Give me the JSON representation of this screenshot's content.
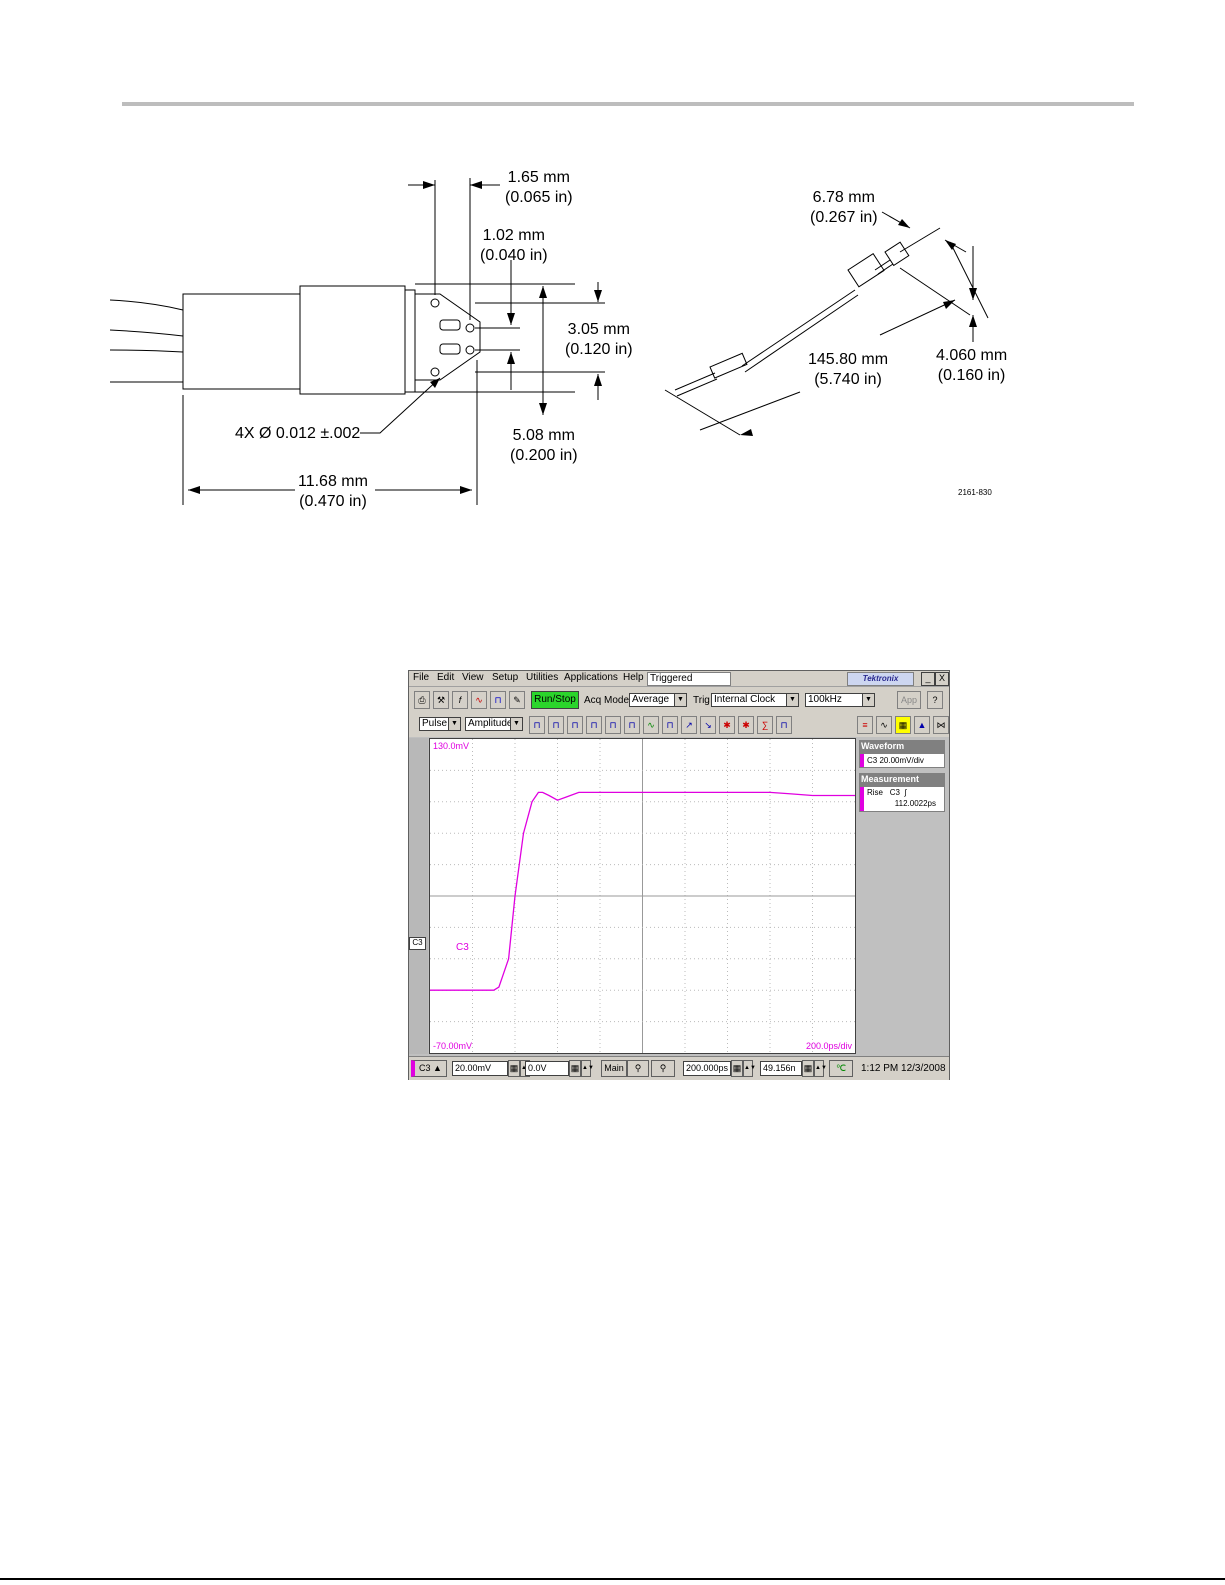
{
  "drawing": {
    "dim_165": {
      "mm": "1.65 mm",
      "in": "(0.065 in)"
    },
    "dim_102": {
      "mm": "1.02 mm",
      "in": "(0.040 in)"
    },
    "dim_305": {
      "mm": "3.05 mm",
      "in": "(0.120 in)"
    },
    "dim_508": {
      "mm": "5.08 mm",
      "in": "(0.200 in)"
    },
    "dim_1168": {
      "mm": "11.68 mm",
      "in": "(0.470 in)"
    },
    "hole_callout": "4X Ø 0.012 ±.002",
    "dim_678": {
      "mm": "6.78 mm",
      "in": "(0.267 in)"
    },
    "dim_14580": {
      "mm": "145.80 mm",
      "in": "(5.740 in)"
    },
    "dim_4060": {
      "mm": "4.060 mm",
      "in": "(0.160 in)"
    },
    "figure_number": "2161-830"
  },
  "scope": {
    "menu": [
      "File",
      "Edit",
      "View",
      "Setup",
      "Utilities",
      "Applications",
      "Help"
    ],
    "status": "Triggered",
    "brand": "Tektronix",
    "window_buttons": {
      "minimize": "_",
      "close": "X"
    },
    "toolbar": {
      "run_stop": "Run/Stop",
      "acq_mode_label": "Acq Mode",
      "acq_mode_value": "Average",
      "trig_label": "Trig",
      "trig_source": "Internal Clock",
      "trig_freq": "100kHz",
      "app_label": "App"
    },
    "meas_toolbar": {
      "category": "Pulse",
      "type": "Amplitude"
    },
    "graticule": {
      "top_label": "130.0mV",
      "bottom_label": "-70.00mV",
      "timebase_label": "200.0ps/div",
      "channel_label": "C3",
      "channel_marker": "C3"
    },
    "panel": {
      "waveform_header": "Waveform",
      "waveform_entry": "C3 20.00mV/div",
      "measurement_header": "Measurement",
      "meas_name": "Rise",
      "meas_channel": "C3",
      "meas_value": "112.0022ps"
    },
    "bottom": {
      "channel": "C3",
      "volts_div": "20.00mV",
      "offset": "0.0V",
      "main": "Main",
      "time_div": "200.000ps",
      "delay": "49.156n",
      "clock": "1:12 PM 12/3/2008"
    },
    "colors": {
      "trace": "#e000e0",
      "run_stop": "#2bd52b"
    }
  },
  "chart_data": {
    "type": "line",
    "title": "",
    "xlabel": "",
    "ylabel": "",
    "x_divisions": 10,
    "y_divisions": 10,
    "xlim": [
      0,
      10
    ],
    "ylim": [
      -70,
      130
    ],
    "grid": true,
    "series": [
      {
        "x": [
          0,
          0.5,
          1.0,
          1.5,
          1.62,
          1.85,
          2.0,
          2.2,
          2.4,
          2.55,
          2.65,
          2.8,
          3.0,
          3.2,
          3.5,
          4.0,
          5.0,
          6.0,
          7.0,
          8.0,
          8.5,
          9.0,
          9.5,
          10.0
        ],
        "y": [
          -30,
          -30,
          -30,
          -30,
          -28,
          -10,
          30,
          70,
          90,
          96,
          96,
          94,
          91,
          93,
          96,
          96,
          96,
          96,
          96,
          96,
          95,
          94,
          94,
          94
        ]
      }
    ]
  }
}
